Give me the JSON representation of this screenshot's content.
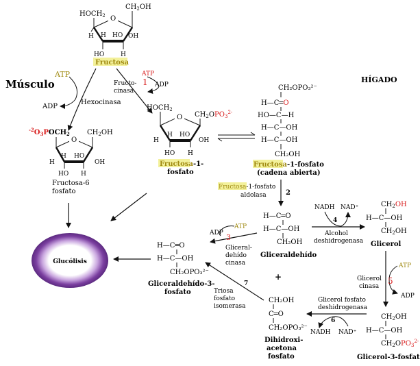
{
  "headings": {
    "musculo": "Músculo",
    "higado": "HÍGADO"
  },
  "glycolysis": {
    "label": "Glucólisis"
  },
  "fructose": {
    "name": "Fructosa",
    "hoch2": "HOCH",
    "ch2oh": "CH",
    "h": "H",
    "ho": "HO",
    "oh": "OH",
    "o": "O"
  },
  "hexokinase": {
    "atp": "ATP",
    "adp": "ADP",
    "enzyme": "Hexocinasa"
  },
  "f6p": {
    "phosphate_prefix": "O",
    "phosphate_p": "P",
    "och2": "OCH",
    "ch2oh": "CH",
    "name_line1": "Fructosa-6",
    "name_line2": "fosfato"
  },
  "step1": {
    "number": "1",
    "atp": "ATP",
    "adp": "ADP",
    "enzyme_line1": "Fructo-",
    "enzyme_line2": "cinasa"
  },
  "f1p": {
    "hoch2": "HOCH",
    "ch2o": "CH",
    "po3": "PO",
    "name_line1": "Fructosa",
    "name_line1b": "-1-",
    "name_line2": "fosfato"
  },
  "f1p_open": {
    "rows": [
      "CH₂OPO₃²⁻",
      "H—C═O",
      "HO—C—H",
      "H—C—OH",
      "H—C—OH",
      "CH₂OH"
    ],
    "name_highlight": "Fructosa",
    "name_rest": "-1-fosfato",
    "name_line2": "(cadena abierta)"
  },
  "step2": {
    "number": "2",
    "enzyme_highlight": "Fructosa",
    "enzyme_rest": "-1-fosfato",
    "enzyme_line2": "aldolasa"
  },
  "glyceraldehyde": {
    "rows": [
      "H—C═O",
      "H—C—OH",
      "CH₂OH"
    ],
    "name": "Gliceraldehído"
  },
  "step3": {
    "number": "3",
    "atp": "ATP",
    "adp": "ADP",
    "enzyme_line1": "Gliceral-",
    "enzyme_line2": "dehído",
    "enzyme_line3": "cinasa"
  },
  "g3p": {
    "rows": [
      "H—C═O",
      "H—C—OH",
      "CH₂OPO₃²⁻"
    ],
    "name_line1": "Gliceraldehído-3-",
    "name_line2": "fosfato"
  },
  "step4": {
    "number": "4",
    "nadh": "NADH",
    "nad": "NAD⁺",
    "enzyme_line1": "Alcohol",
    "enzyme_line2": "deshidrogenasa"
  },
  "glycerol": {
    "rows": [
      "CH₂OH",
      "H—C—OH",
      "CH₂OH"
    ],
    "name": "Glicerol"
  },
  "step5": {
    "number": "5",
    "atp": "ATP",
    "adp": "ADP",
    "enzyme_line1": "Glicerol",
    "enzyme_line2": "cinasa"
  },
  "glycerol3p": {
    "rows": [
      "CH₂OH",
      "H—C—OH",
      "CH₂OPO₃²⁻"
    ],
    "name": "Glicerol-3-fosfato"
  },
  "step6": {
    "number": "6",
    "nadh": "NADH",
    "nad": "NAD⁺",
    "enzyme_line1": "Glicerol fosfato",
    "enzyme_line2": "deshidrogenasa"
  },
  "dhap": {
    "rows": [
      "CH₂OH",
      "C═O",
      "CH₂OPO₃²⁻"
    ],
    "name_line1": "Dihidroxi-",
    "name_line2": "acetona",
    "name_line3": "fosfato"
  },
  "step7": {
    "number": "7",
    "enzyme_line1": "Triosa",
    "enzyme_line2": "fosfato",
    "enzyme_line3": "isomerasa"
  },
  "plus": "+",
  "colors": {
    "atp_olive": "#a08a12",
    "red": "#d81b1b",
    "highlight": "#f3f19b",
    "glycolysis_ring": "#7b3fa0"
  }
}
